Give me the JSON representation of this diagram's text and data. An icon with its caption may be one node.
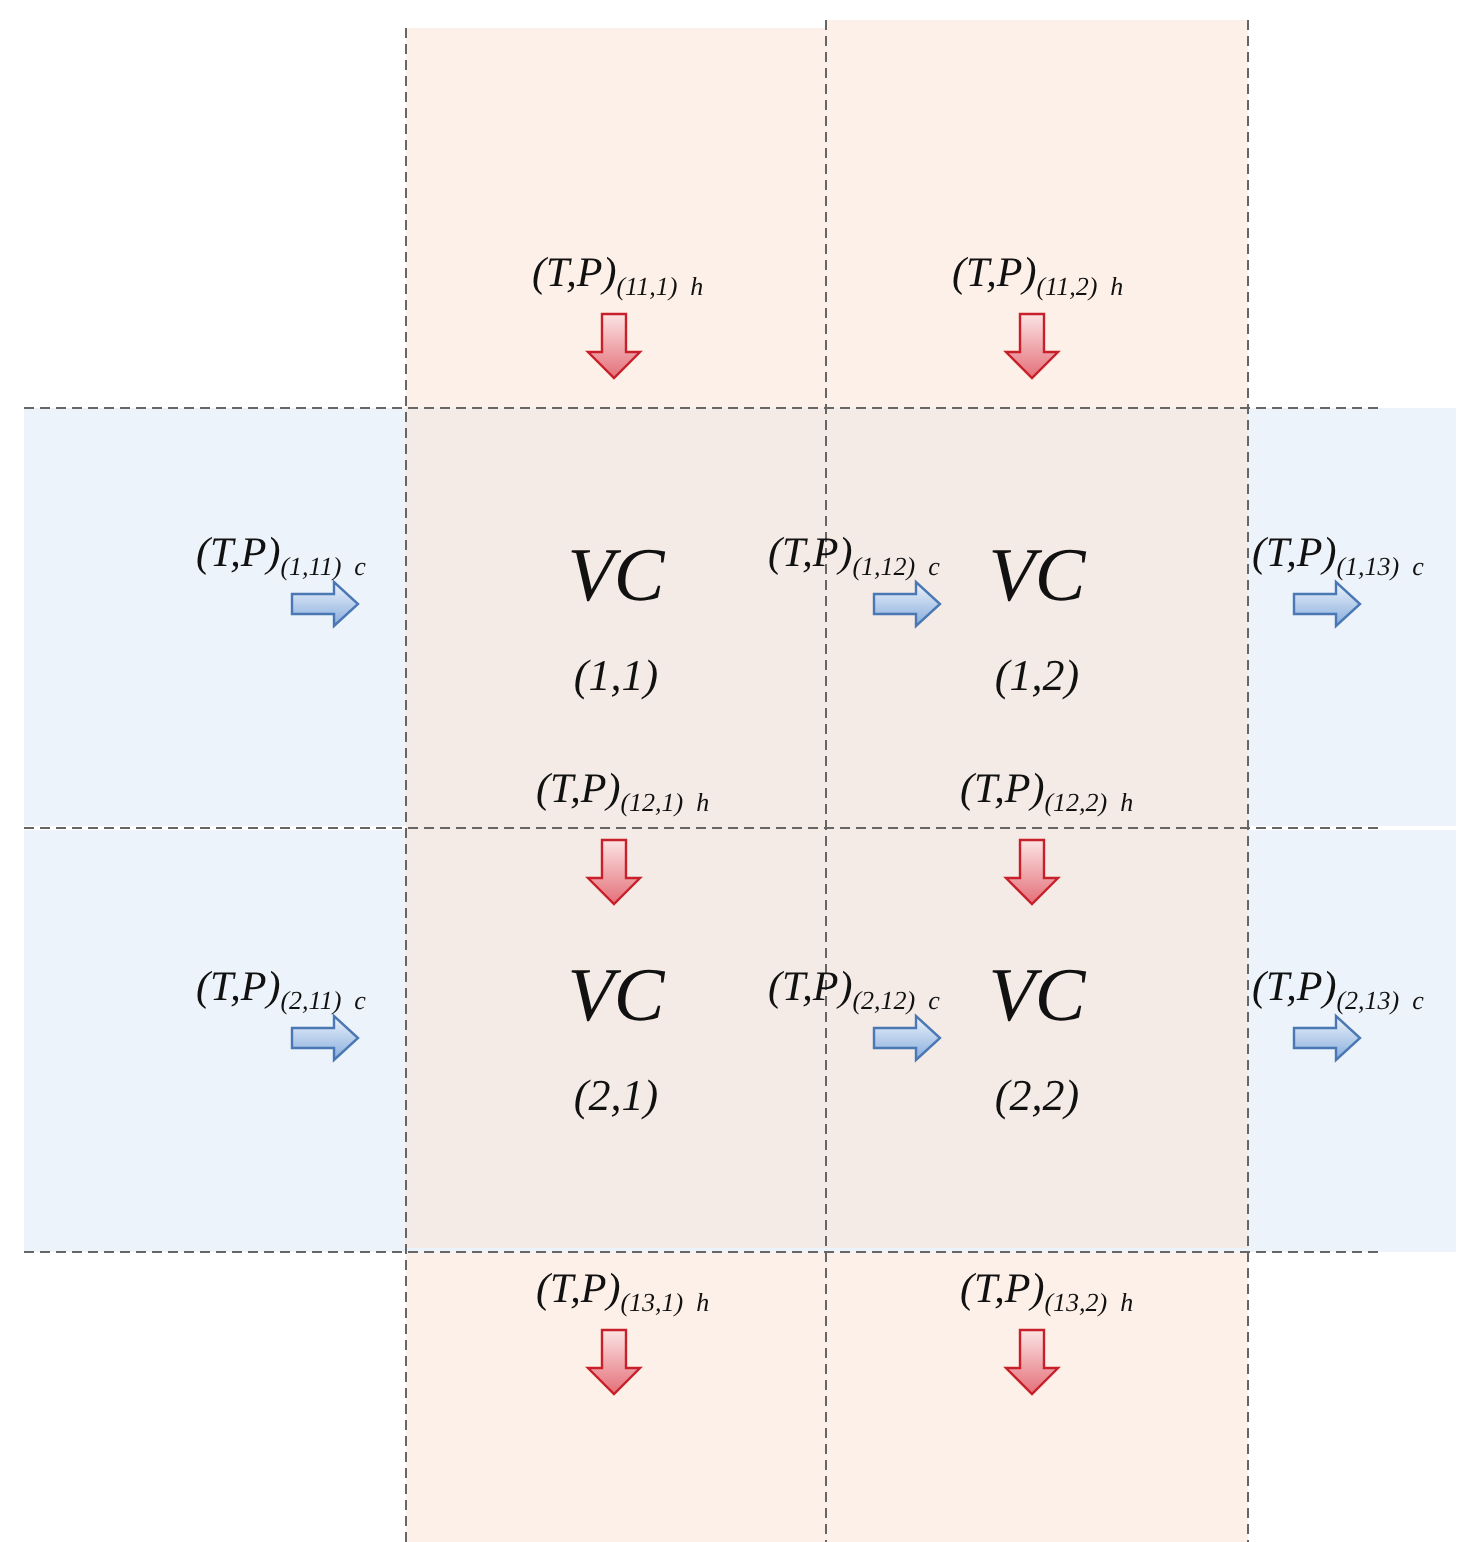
{
  "diagram": {
    "nodes": [
      {
        "text": [
          "VC",
          "(1,1)"
        ]
      },
      {
        "text": [
          "VC",
          "(1,2)"
        ]
      },
      {
        "text": [
          "VC",
          "(2,1)"
        ]
      },
      {
        "text": [
          "VC",
          "(2,2)"
        ]
      }
    ],
    "labels": [
      "(T,P)$_{(11,1)  h}$",
      "(T,P)$_{(11,2)  h}$",
      "(T,P)$_{(1,11)  c}$",
      "(T,P)$_{(1,12)  c}$",
      "(T,P)$_{(1,13)  c}$",
      "(T,P)$_{(12,1)  h}$",
      "(T,P)$_{(12,2)  h}$",
      "(T,P)$_{(2,11)  c}$",
      "(T,P)$_{(2,12)  c}$",
      "(T,P)$_{(2,13)  c}$",
      "(T,P)$_{(13,1)  h}$",
      "(T,P)$_{(13,2)  h}$"
    ]
  }
}
